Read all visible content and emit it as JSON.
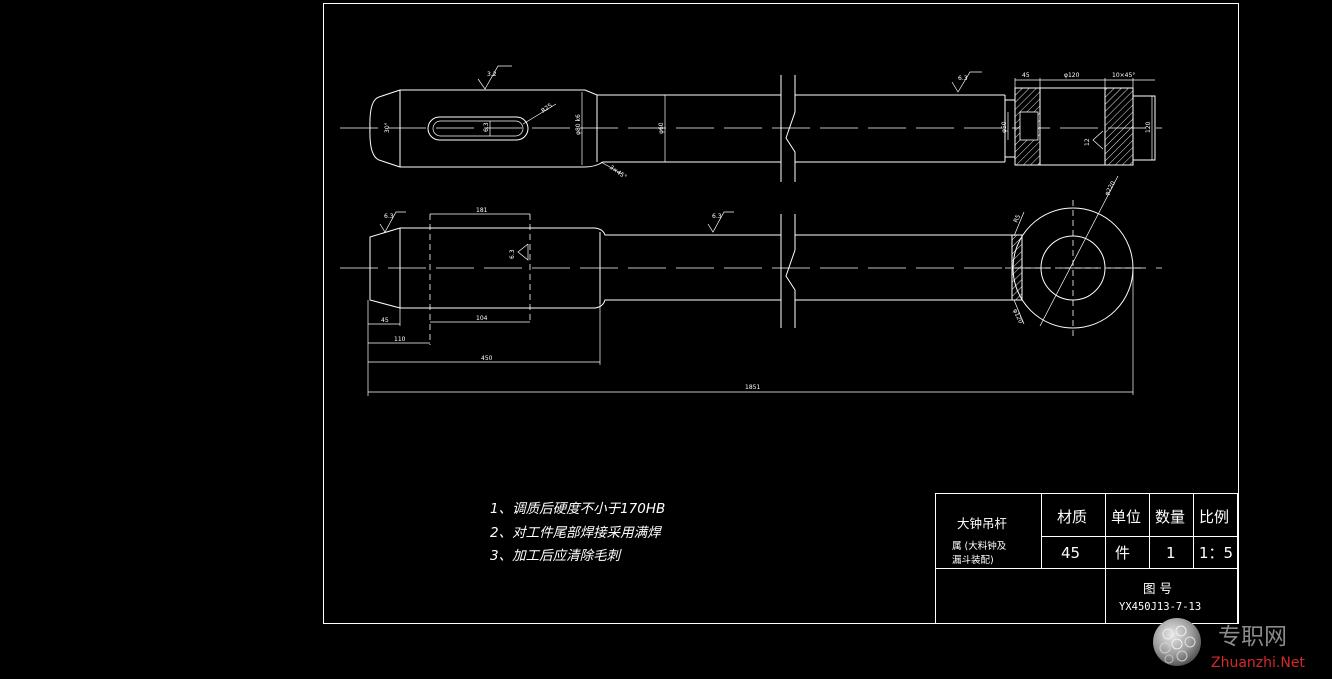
{
  "notes": {
    "note_1": "1、调质后硬度不小于170HB",
    "note_2": "2、对工件尾部焊接采用满焊",
    "note_3": "3、加工后应清除毛刺"
  },
  "title_block": {
    "part_name": "大钟吊杆",
    "belongs_to_line1": "属 (大料钟及",
    "belongs_to_line2": "漏斗装配)",
    "material_label": "材质",
    "material_value": "45",
    "unit_label": "单位",
    "unit_value": "件",
    "quantity_label": "数量",
    "quantity_value": "1",
    "scale_label": "比例",
    "scale_value": "1：5",
    "drawing_no_label": "图 号",
    "drawing_no_value": "YX450J13-7-13"
  },
  "front_view_labels": {
    "roughness_body": "3.2",
    "roughness_right": "6.3",
    "end_angle": "30°",
    "keyway_radius": "R25",
    "keyway_depth": "6.3",
    "body_diameter": "φ80 k6",
    "shaft_diameter": "φ60",
    "shoulder_chamfer": "3×45°",
    "head_length": "45",
    "head_diameter": "φ120",
    "head_chamfer": "10×45°",
    "bore_diameter": "φ50",
    "head_height": "120",
    "inner_roughness": "12"
  },
  "side_view_labels": {
    "roughness_end": "6.3",
    "roughness_shaft": "6.3",
    "roughness_inner": "6.3",
    "weld_length_top": "181",
    "weld_length_bottom": "104",
    "end_length": "45",
    "offset_length": "110",
    "body_length": "450",
    "total_length": "1851",
    "fillet_radius": "R5",
    "eye_outer_diameter": "φ220",
    "eye_neck": "φ120"
  },
  "watermark": {
    "cn": "专职网",
    "en": "Zhuanzhi.Net"
  },
  "colors": {
    "background": "#000000",
    "line": "#ffffff",
    "watermark_cn": "#8a8a8a",
    "watermark_en": "#d42a2a"
  }
}
